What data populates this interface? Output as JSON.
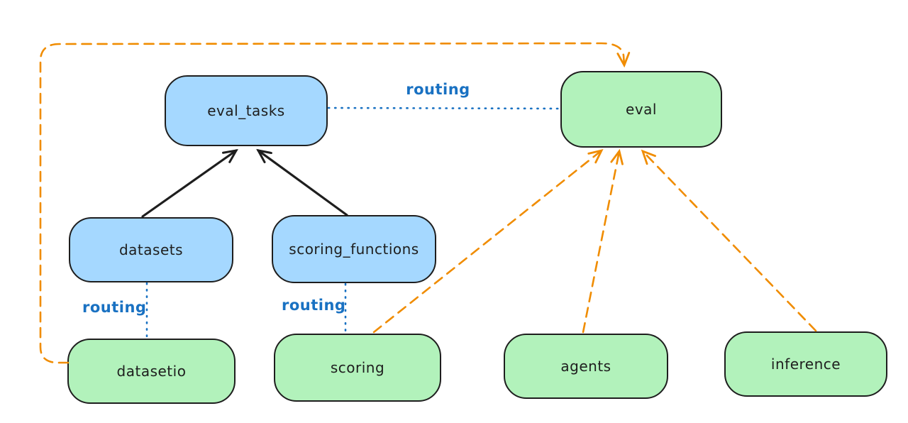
{
  "diagram": {
    "background": "#ffffff",
    "colors": {
      "node_blue_fill": "#a5d8ff",
      "node_green_fill": "#b2f2bb",
      "node_border": "#1e1e1e",
      "routing_blue": "#1971c2",
      "dashed_orange": "#f08c00",
      "solid_arrow_black": "#1e1e1e"
    },
    "nodes": {
      "eval_tasks": {
        "label": "eval_tasks",
        "fill": "#a5d8ff"
      },
      "eval": {
        "label": "eval",
        "fill": "#b2f2bb"
      },
      "datasets": {
        "label": "datasets",
        "fill": "#a5d8ff"
      },
      "scoring_functions": {
        "label": "scoring_functions",
        "fill": "#a5d8ff"
      },
      "datasetio": {
        "label": "datasetio",
        "fill": "#b2f2bb"
      },
      "scoring": {
        "label": "scoring",
        "fill": "#b2f2bb"
      },
      "agents": {
        "label": "agents",
        "fill": "#b2f2bb"
      },
      "inference": {
        "label": "inference",
        "fill": "#b2f2bb"
      }
    },
    "edge_labels": {
      "eval_tasks_to_eval": "routing",
      "datasets_to_datasetio": "routing",
      "scoring_functions_to_scoring": "routing"
    },
    "edges": [
      {
        "from": "datasets",
        "to": "eval_tasks",
        "style": "solid",
        "color": "#1e1e1e",
        "arrow": true
      },
      {
        "from": "scoring_functions",
        "to": "eval_tasks",
        "style": "solid",
        "color": "#1e1e1e",
        "arrow": true
      },
      {
        "from": "eval_tasks",
        "to": "eval",
        "style": "dotted",
        "color": "#1971c2",
        "label": "routing",
        "arrow": false
      },
      {
        "from": "datasets",
        "to": "datasetio",
        "style": "dotted",
        "color": "#1971c2",
        "label": "routing",
        "arrow": false
      },
      {
        "from": "scoring_functions",
        "to": "scoring",
        "style": "dotted",
        "color": "#1971c2",
        "label": "routing",
        "arrow": false
      },
      {
        "from": "datasetio",
        "to": "eval",
        "style": "dashed",
        "color": "#f08c00",
        "arrow": true,
        "route": "left-side-then-over-top"
      },
      {
        "from": "scoring",
        "to": "eval",
        "style": "dashed",
        "color": "#f08c00",
        "arrow": true
      },
      {
        "from": "agents",
        "to": "eval",
        "style": "dashed",
        "color": "#f08c00",
        "arrow": true
      },
      {
        "from": "inference",
        "to": "eval",
        "style": "dashed",
        "color": "#f08c00",
        "arrow": true
      }
    ]
  }
}
